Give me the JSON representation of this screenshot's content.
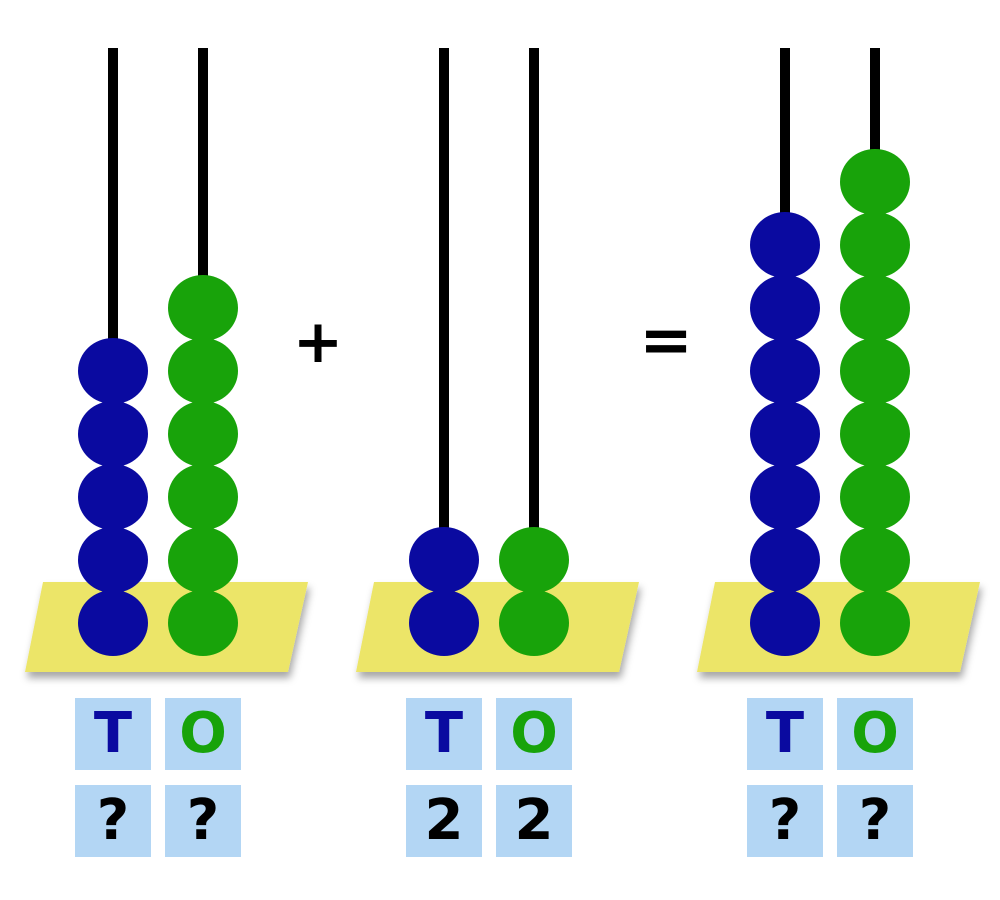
{
  "colors": {
    "tens_bead": "#0a0aa0",
    "ones_bead": "#18a30a",
    "base": "#ece568",
    "rod": "#000000",
    "label_box": "#b3d6f4",
    "tens_letter": "#0a0aa0",
    "ones_letter": "#18a30a",
    "value_text": "#000000"
  },
  "operators": {
    "plus": "+",
    "equals": "="
  },
  "abaci": [
    {
      "id": "first-addend",
      "tens_beads": 5,
      "ones_beads": 6,
      "tens_header": "T",
      "ones_header": "O",
      "tens_value": "?",
      "ones_value": "?"
    },
    {
      "id": "second-addend",
      "tens_beads": 2,
      "ones_beads": 2,
      "tens_header": "T",
      "ones_header": "O",
      "tens_value": "2",
      "ones_value": "2"
    },
    {
      "id": "sum",
      "tens_beads": 7,
      "ones_beads": 8,
      "tens_header": "T",
      "ones_header": "O",
      "tens_value": "?",
      "ones_value": "?"
    }
  ]
}
